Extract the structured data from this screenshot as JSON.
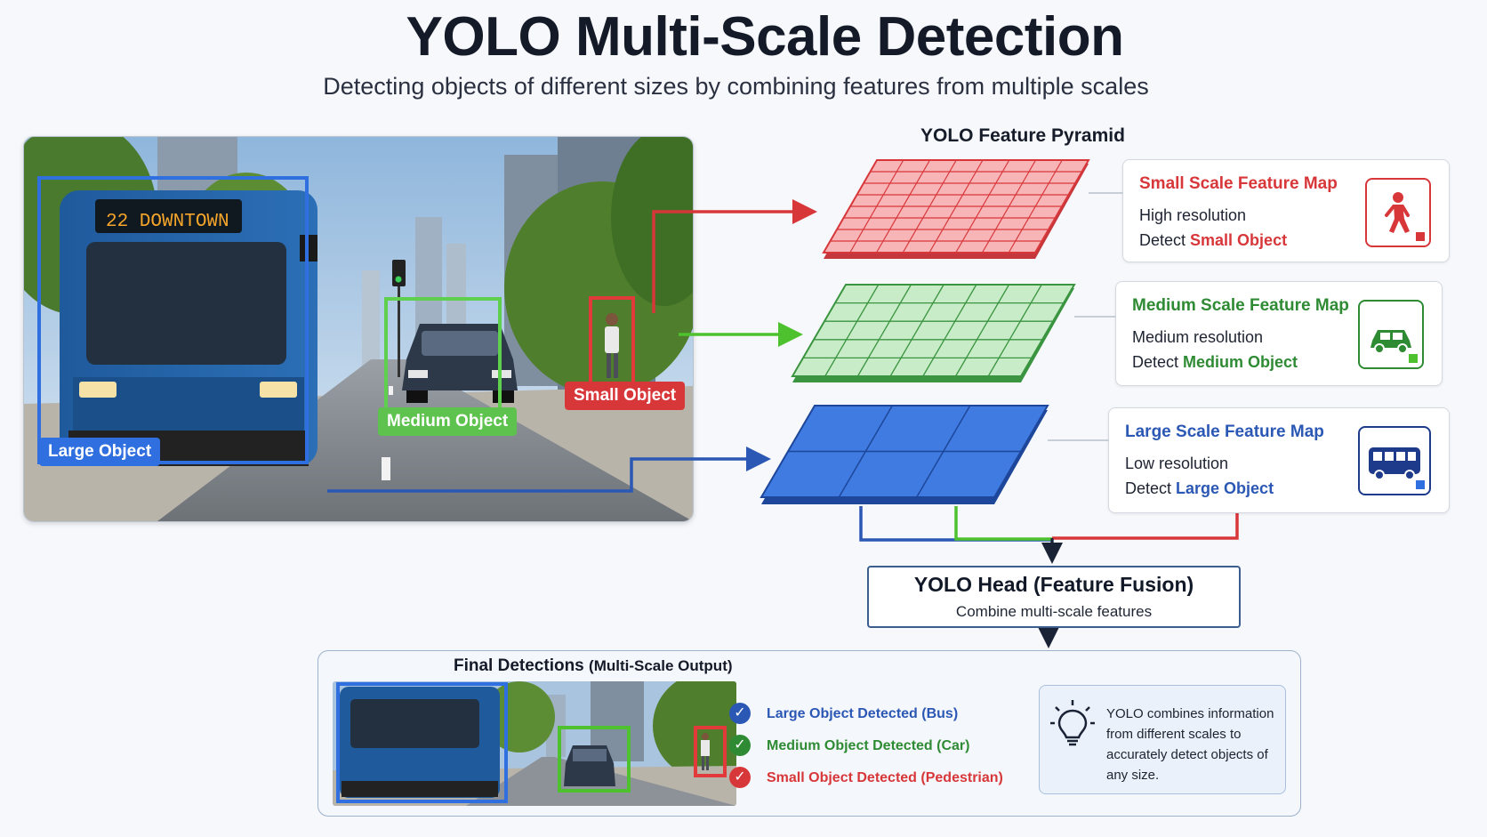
{
  "title": "YOLO Multi-Scale Detection",
  "subtitle": "Detecting objects of different sizes by combining features from multiple scales",
  "pyramid_title": "YOLO Feature Pyramid",
  "scene": {
    "bus_sign": "22  DOWNTOWN",
    "labels": {
      "large": "Large Object",
      "medium": "Medium Object",
      "small": "Small Object"
    }
  },
  "maps": [
    {
      "title": "Small Scale Feature Map",
      "line1": "High resolution",
      "line2_prefix": "Detect ",
      "line2_strong": "Small Object",
      "icon": "pedestrian-icon",
      "color": "#d8373a"
    },
    {
      "title": "Medium Scale Feature Map",
      "line1": "Medium resolution",
      "line2_prefix": "Detect ",
      "line2_strong": "Medium Object",
      "icon": "car-icon",
      "color": "#2e8b34"
    },
    {
      "title": "Large Scale Feature Map",
      "line1": "Low resolution",
      "line2_prefix": "Detect ",
      "line2_strong": "Large Object",
      "icon": "bus-icon",
      "color": "#2b57b5"
    }
  ],
  "head": {
    "title": "YOLO Head (Feature Fusion)",
    "subtitle": "Combine multi-scale features"
  },
  "final": {
    "title": "Final Detections",
    "title_note": "(Multi-Scale Output)",
    "detections": [
      {
        "text": "Large Object Detected (Bus)",
        "color": "#2b57b5"
      },
      {
        "text": "Medium Object Detected (Car)",
        "color": "#2e8b34"
      },
      {
        "text": "Small Object Detected (Pedestrian)",
        "color": "#d8373a"
      }
    ],
    "info": "YOLO combines information from different scales to accurately detect objects of any size."
  }
}
